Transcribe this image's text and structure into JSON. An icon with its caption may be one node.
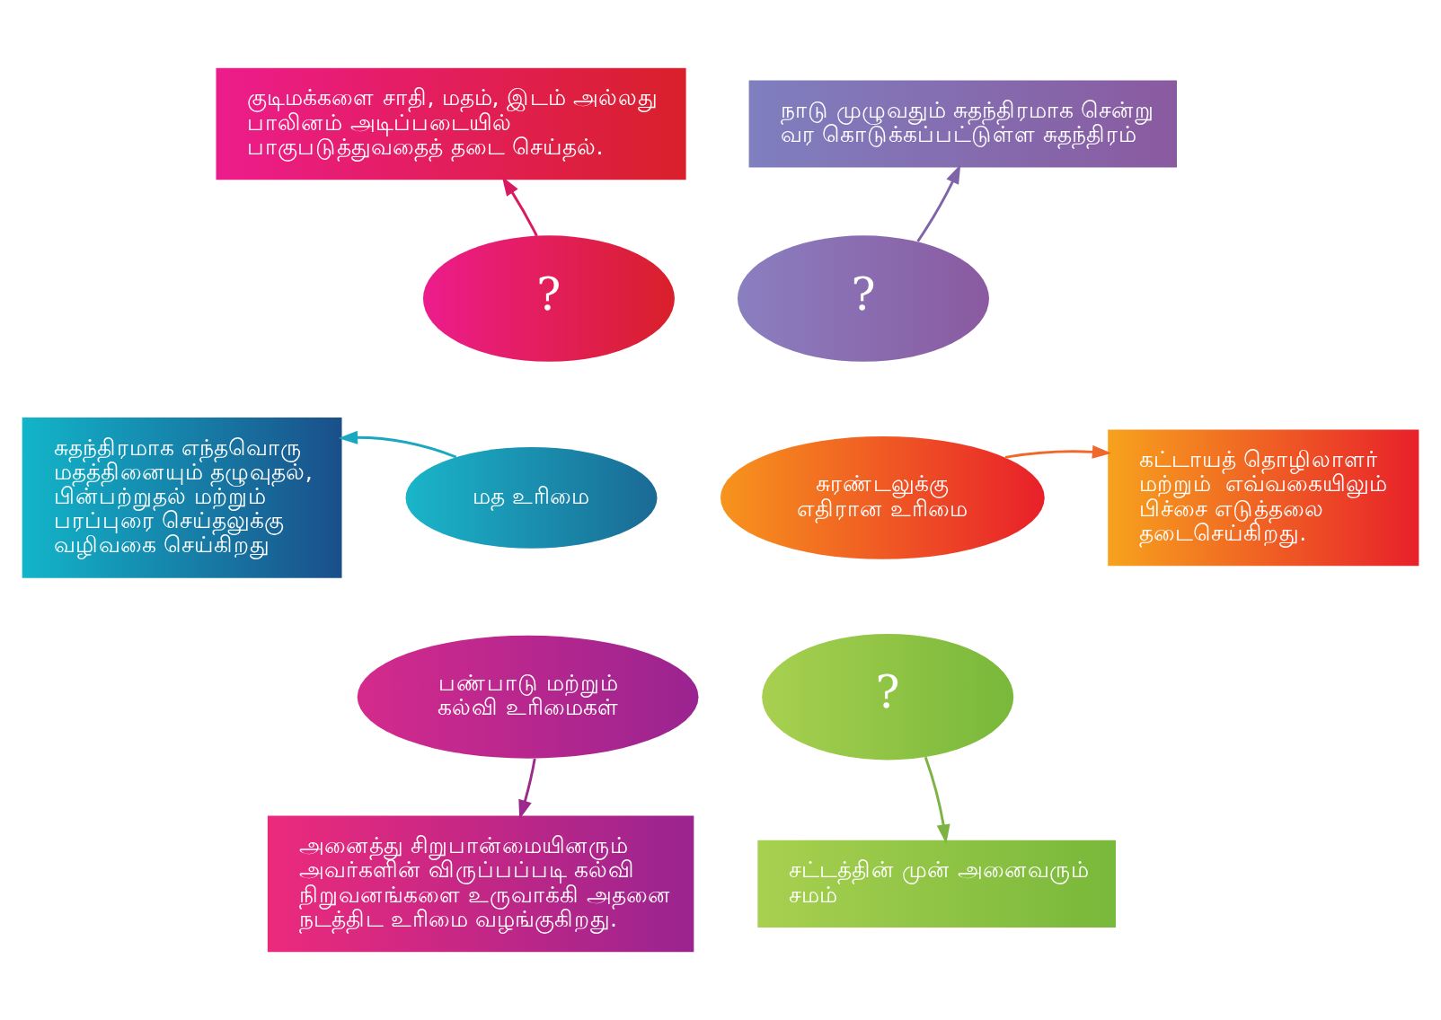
{
  "diagram": {
    "nodes": [
      {
        "text": [
          "குடிமக்களை சாதி, மதம், இடம் அல்லது பாலினம் அடிப்படையில் பாகுபடுத்துவதைத் தடை செய்தல்."
        ]
      },
      {
        "text": [
          "நாடு முழுவதும் சுதந்திரமாக சென்று வர கொடுக்கப்பட்டுள்ள சுதந்திரம்"
        ]
      },
      {
        "text": [
          "?"
        ]
      },
      {
        "text": [
          "?"
        ]
      },
      {
        "text": [
          "சுதந்திரமாக எந்தவொரு மதத்தினையும் தழுவுதல், பின்பற்றுதல் மற்றும் பரப்புரை செய்தலுக்கு வழிவகை செய்கிறது"
        ]
      },
      {
        "text": [
          "மத உரிமை"
        ]
      },
      {
        "text": [
          "சுரண்டலுக்கு எதிரான உரிமை"
        ]
      },
      {
        "text": [
          "கட்டாயத் தொழிலாளர் மற்றும்  எவ்வகையிலும் பிச்சை எடுத்தலை தடைசெய்கிறது."
        ]
      },
      {
        "text": [
          "பண்பாடு மற்றும் கல்வி உரிமைகள்"
        ]
      },
      {
        "text": [
          "?"
        ]
      },
      {
        "text": [
          "அனைத்து சிறுபான்மையினரும் அவர்களின் விருப்பப்படி கல்வி நிறுவனங்களை உருவாக்கி அதனை நடத்திட உரிமை வழங்குகிறது."
        ]
      },
      {
        "text": [
          "சட்டத்தின் முன் அனைவரும் சமம்"
        ]
      }
    ],
    "edges": [
      {
        "from": 2,
        "to": 0,
        "arrow": "to",
        "color": "#d81b60"
      },
      {
        "from": 3,
        "to": 1,
        "arrow": "to",
        "color": "#8064a8"
      },
      {
        "from": 5,
        "to": 4,
        "arrow": "to",
        "color": "#1aa7bf"
      },
      {
        "from": 6,
        "to": 7,
        "arrow": "to",
        "color": "#ee6a2c"
      },
      {
        "from": 8,
        "to": 10,
        "arrow": "to",
        "color": "#9c2a8c"
      },
      {
        "from": 9,
        "to": 11,
        "arrow": "to",
        "color": "#7cb342"
      }
    ]
  }
}
